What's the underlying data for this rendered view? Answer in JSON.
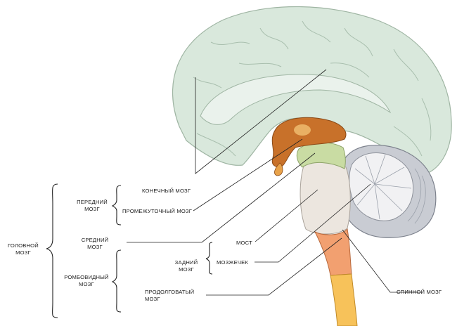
{
  "labels": {
    "golovnoy": [
      "ГОЛОВНОЙ",
      "МОЗГ"
    ],
    "peredniy": [
      "ПЕРЕДНИЙ",
      "МОЗГ"
    ],
    "sredniy": [
      "СРЕДНИЙ",
      "МОЗГ"
    ],
    "romboid": [
      "РОМБОВИДНЫЙ",
      "МОЗГ"
    ],
    "zadniy": [
      "ЗАДНИЙ",
      "МОЗГ"
    ],
    "konechny": "КОНЕЧНЫЙ МОЗГ",
    "promezhutochny": "ПРОМЕЖУТОЧНЫЙ МОЗГ",
    "most": "МОСТ",
    "mozzhechok": "МОЗЖЕЧЕК",
    "prodolgovaty": [
      "ПРОДОЛГОВАТЫЙ",
      "МОЗГ"
    ],
    "spinnoy": "СПИННОЙ МОЗГ"
  },
  "colors": {
    "cortex": "#d9e8dc",
    "cortex_stroke": "#9fb5a3",
    "diencephalon": "#c8712a",
    "midbrain": "#c9dca3",
    "pons": "#ece6df",
    "cerebellum": "#c9ccd3",
    "medulla": "#f2a070",
    "spinal": "#f7c25a",
    "line": "#222222"
  }
}
